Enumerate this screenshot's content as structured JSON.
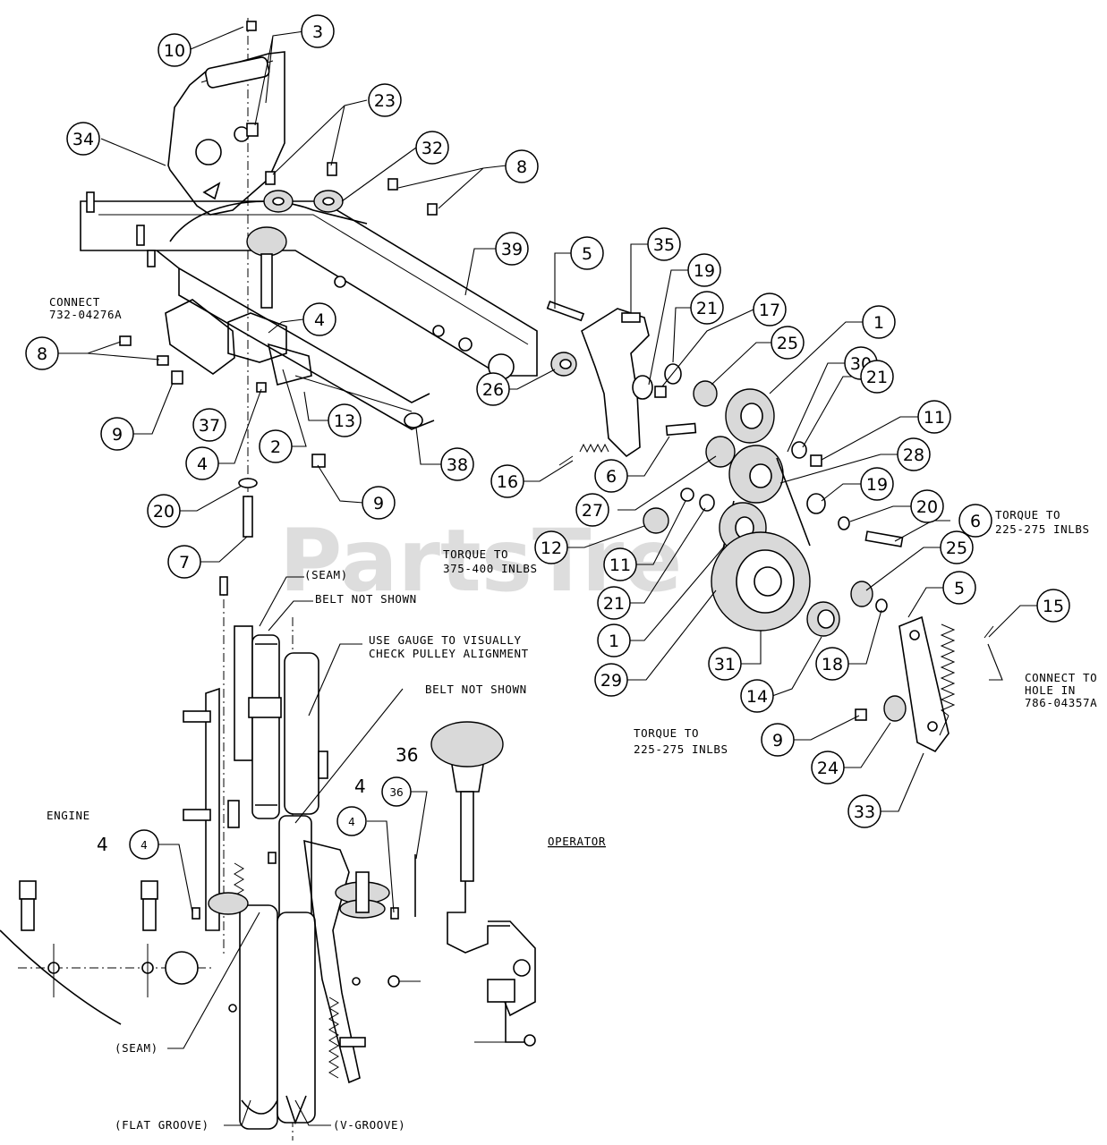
{
  "watermark": "PartsTre",
  "callouts": [
    {
      "id": "c10",
      "label": "10"
    },
    {
      "id": "c3",
      "label": "3"
    },
    {
      "id": "c34",
      "label": "34"
    },
    {
      "id": "c23",
      "label": "23"
    },
    {
      "id": "c32",
      "label": "32"
    },
    {
      "id": "c8a",
      "label": "8"
    },
    {
      "id": "c39",
      "label": "39"
    },
    {
      "id": "c5a",
      "label": "5"
    },
    {
      "id": "c35",
      "label": "35"
    },
    {
      "id": "c19a",
      "label": "19"
    },
    {
      "id": "c21a",
      "label": "21"
    },
    {
      "id": "c17",
      "label": "17"
    },
    {
      "id": "c1a",
      "label": "1"
    },
    {
      "id": "c25a",
      "label": "25"
    },
    {
      "id": "c30",
      "label": "30"
    },
    {
      "id": "c4a",
      "label": "4"
    },
    {
      "id": "c8b",
      "label": "8"
    },
    {
      "id": "c21b",
      "label": "21"
    },
    {
      "id": "c11a",
      "label": "11"
    },
    {
      "id": "c26",
      "label": "26"
    },
    {
      "id": "c13",
      "label": "13"
    },
    {
      "id": "c9a",
      "label": "9"
    },
    {
      "id": "c37",
      "label": "37"
    },
    {
      "id": "c2",
      "label": "2"
    },
    {
      "id": "c38",
      "label": "38"
    },
    {
      "id": "c28",
      "label": "28"
    },
    {
      "id": "c4b",
      "label": "4"
    },
    {
      "id": "c16",
      "label": "16"
    },
    {
      "id": "c6a",
      "label": "6"
    },
    {
      "id": "c19b",
      "label": "19"
    },
    {
      "id": "c20a",
      "label": "20"
    },
    {
      "id": "c9b",
      "label": "9"
    },
    {
      "id": "c27",
      "label": "27"
    },
    {
      "id": "c20b",
      "label": "20"
    },
    {
      "id": "c6b",
      "label": "6"
    },
    {
      "id": "c12",
      "label": "12"
    },
    {
      "id": "c7",
      "label": "7"
    },
    {
      "id": "c11b",
      "label": "11"
    },
    {
      "id": "c25b",
      "label": "25"
    },
    {
      "id": "c21c",
      "label": "21"
    },
    {
      "id": "c5b",
      "label": "5"
    },
    {
      "id": "c15",
      "label": "15"
    },
    {
      "id": "c1b",
      "label": "1"
    },
    {
      "id": "c31",
      "label": "31"
    },
    {
      "id": "c18",
      "label": "18"
    },
    {
      "id": "c29",
      "label": "29"
    },
    {
      "id": "c14",
      "label": "14"
    },
    {
      "id": "c9c",
      "label": "9"
    },
    {
      "id": "c24",
      "label": "24"
    },
    {
      "id": "c33",
      "label": "33"
    }
  ],
  "small_callouts": [
    {
      "id": "s36",
      "label": "36"
    },
    {
      "id": "s4a",
      "label": "4"
    },
    {
      "id": "s4b",
      "label": "4"
    }
  ],
  "notes": {
    "connect_a_1": "CONNECT",
    "connect_a_2": "732-04276A",
    "torque_a_1": "TORQUE TO",
    "torque_a_2": "225-275 INLBS",
    "torque_b_1": "TORQUE TO",
    "torque_b_2": "375-400 INLBS",
    "torque_c_1": "TORQUE TO",
    "torque_c_2": "225-275 INLBS",
    "connect_b_1": "CONNECT TO",
    "connect_b_2": "HOLE IN",
    "connect_b_3": "786-04357A",
    "seam_top": "(SEAM)",
    "belt_not_shown_a": "BELT NOT SHOWN",
    "gauge_1": "USE GAUGE TO VISUALLY",
    "gauge_2": "CHECK PULLEY ALIGNMENT",
    "belt_not_shown_b": "BELT NOT SHOWN",
    "engine": "ENGINE",
    "operator": "OPERATOR",
    "seam_bottom": "(SEAM)",
    "flat_groove": "(FLAT GROOVE)",
    "v_groove": "(V-GROOVE)"
  },
  "big_numbers": {
    "n36": "36",
    "n4a": "4",
    "n4b": "4"
  }
}
